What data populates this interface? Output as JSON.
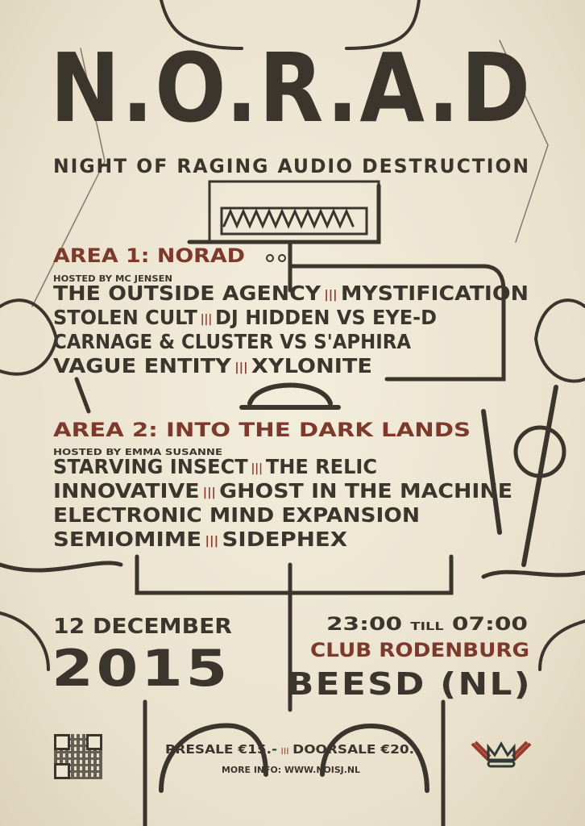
{
  "title": "N.O.R.A.D",
  "subtitle": "Night of Raging Audio Destruction",
  "areas": [
    {
      "name": "Area 1: NORAD",
      "host": "Hosted by MC Jensen",
      "lines": [
        [
          "The Outside Agency",
          "Mystification"
        ],
        [
          "Stolen Cult",
          "DJ Hidden vs Eye-D"
        ],
        [
          "Carnage & Cluster vs S'Aphira"
        ],
        [
          "Vague Entity",
          "Xylonite"
        ]
      ]
    },
    {
      "name": "Area 2: Into the Dark Lands",
      "host": "Hosted by Emma Susanne",
      "lines": [
        [
          "Starving Insect",
          "The Relic"
        ],
        [
          "Innovative",
          "Ghost in the Machine"
        ],
        [
          "Electronic Mind Expansion"
        ],
        [
          "Semiomime",
          "Sidephex"
        ]
      ]
    }
  ],
  "date": {
    "day": "12 December",
    "year": "2015"
  },
  "time": {
    "start": "23:00",
    "till": "till",
    "end": "07:00"
  },
  "venue": {
    "club": "Club Rodenburg",
    "place": "Beesd (NL)"
  },
  "tickets": {
    "presale": "Presale €15.-",
    "separator": "|||",
    "doorsale": "Doorsale €20.-",
    "info": "More info: www.noisj.nl"
  },
  "colors": {
    "ink": "#3b352d",
    "accent": "#7d3a2c",
    "paper": "#ece5d2"
  }
}
